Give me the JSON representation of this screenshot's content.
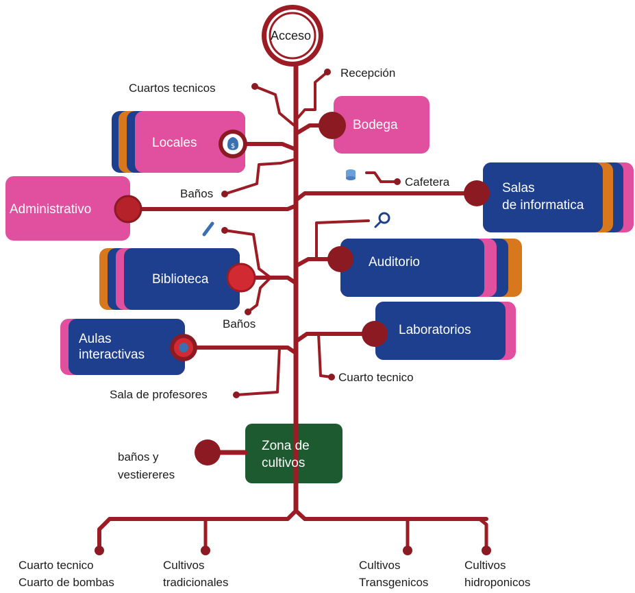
{
  "root": {
    "label": "Acceso"
  },
  "colors": {
    "trunk": "#9b1c24",
    "node": "#a8232b",
    "node_dark": "#8b1a22",
    "pink": "#e0509f",
    "blue": "#1e3f8e",
    "orange": "#d8781d",
    "green": "#1e5a30",
    "text": "#1c1c1c"
  },
  "boxes": {
    "bodega": "Bodega",
    "locales": "Locales",
    "administrativo": "Administrativo",
    "salas": "Salas\nde informatica",
    "biblioteca": "Biblioteca",
    "auditorio": "Auditorio",
    "aulas": "Aulas\ninteractivas",
    "laboratorios": "Laboratorios",
    "zona": "Zona de\ncultivos"
  },
  "labels": {
    "recepcion": "Recepción",
    "cuartos_tecnicos": "Cuartos tecnicos",
    "banos_1": "Baños",
    "cafetera": "Cafetera",
    "banos_2": "Baños",
    "cuarto_tecnico": "Cuarto tecnico",
    "sala_profesores": "Sala de profesores",
    "banos_vestiereres": "baños y\nvestiereres"
  },
  "bottom": [
    "Cuarto tecnico\nCuarto de bombas",
    "Cultivos\ntradicionales",
    "Cultivos\nTransgenicos",
    "Cultivos\nhidroponicos"
  ],
  "icons": [
    "money-bag-icon",
    "database-icon",
    "magnifier-icon",
    "pencil-icon",
    "globe-icon"
  ]
}
